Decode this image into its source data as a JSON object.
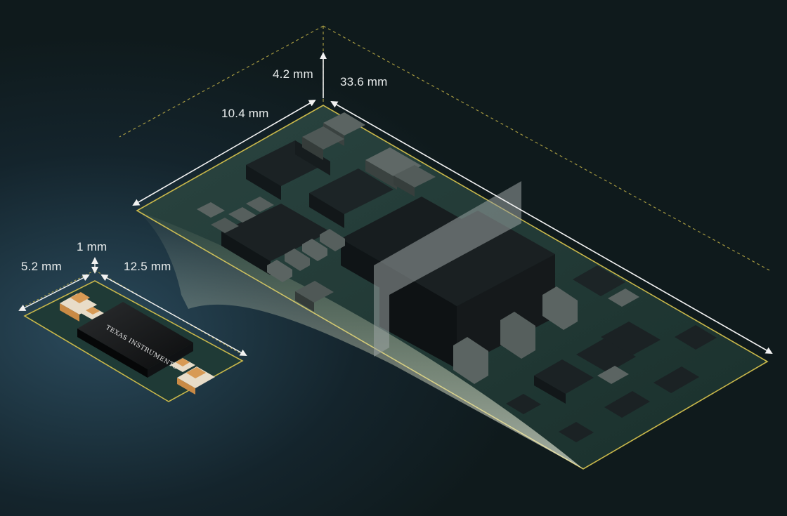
{
  "large_module": {
    "height_label": "4.2 mm",
    "length_label": "33.6 mm",
    "width_label": "10.4 mm"
  },
  "small_module": {
    "height_label": "1 mm",
    "width_label": "5.2 mm",
    "length_label": "12.5 mm",
    "chip_logo_text": "TEXAS INSTRUMENTS"
  },
  "colors": {
    "outline": "#c9b84a",
    "board": "#1f3a36",
    "component": "#1a1f21",
    "capacitor_tan": "#d89a55",
    "arrow": "#f2f2f2"
  }
}
